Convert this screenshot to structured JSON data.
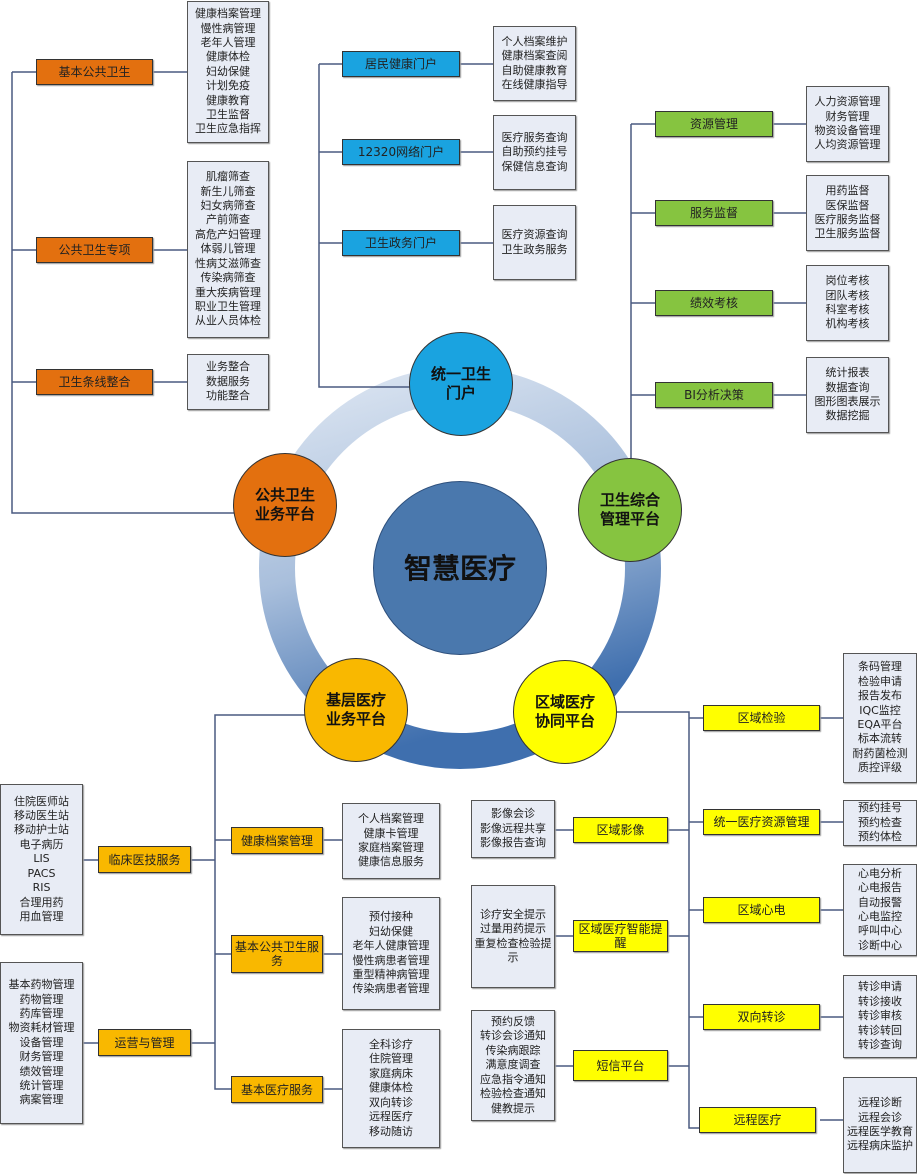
{
  "center": {
    "label": "智慧医疗"
  },
  "platforms": {
    "portal": "统一卫生\n门户",
    "public_health": "公共卫生\n业务平台",
    "management": "卫生综合\n管理平台",
    "primary_care": "基层医疗\n业务平台",
    "regional": "区域医疗\n协同平台"
  },
  "public_health": {
    "groups": [
      {
        "label": "基本公共卫生",
        "items": [
          "健康档案管理",
          "慢性病管理",
          "老年人管理",
          "健康体检",
          "妇幼保健",
          "计划免疫",
          "健康教育",
          "卫生监督",
          "卫生应急指挥"
        ]
      },
      {
        "label": "公共卫生专项",
        "items": [
          "肌瘤筛查",
          "新生儿筛查",
          "妇女病筛查",
          "产前筛查",
          "高危产妇管理",
          "体弱儿管理",
          "性病艾滋筛查",
          "传染病筛查",
          "重大疾病管理",
          "职业卫生管理",
          "从业人员体检"
        ]
      },
      {
        "label": "卫生条线整合",
        "items": [
          "业务整合",
          "数据服务",
          "功能整合"
        ]
      }
    ]
  },
  "portal": {
    "groups": [
      {
        "label": "居民健康门户",
        "items": [
          "个人档案维护",
          "健康档案查阅",
          "自助健康教育",
          "在线健康指导"
        ]
      },
      {
        "label": "12320网络门户",
        "items": [
          "医疗服务查询",
          "自助预约挂号",
          "保健信息查询"
        ]
      },
      {
        "label": "卫生政务门户",
        "items": [
          "医疗资源查询",
          "卫生政务服务"
        ]
      }
    ]
  },
  "management": {
    "groups": [
      {
        "label": "资源管理",
        "items": [
          "人力资源管理",
          "财务管理",
          "物资设备管理",
          "人均资源管理"
        ]
      },
      {
        "label": "服务监督",
        "items": [
          "用药监督",
          "医保监督",
          "医疗服务监督",
          "卫生服务监督"
        ]
      },
      {
        "label": "绩效考核",
        "items": [
          "岗位考核",
          "团队考核",
          "科室考核",
          "机构考核"
        ]
      },
      {
        "label": "BI分析决策",
        "items": [
          "统计报表",
          "数据查询",
          "图形图表展示",
          "数据挖掘"
        ]
      }
    ]
  },
  "primary_care": {
    "groups": [
      {
        "label": "健康档案管理",
        "items": [
          "个人档案管理",
          "健康卡管理",
          "家庭档案管理",
          "健康信息服务"
        ]
      },
      {
        "label": "基本公共卫生服务",
        "items": [
          "预付接种",
          "妇幼保健",
          "老年人健康管理",
          "慢性病患者管理",
          "重型精神病管理",
          "传染病患者管理"
        ]
      },
      {
        "label": "基本医疗服务",
        "items": [
          "全科诊疗",
          "住院管理",
          "家庭病床",
          "健康体检",
          "双向转诊",
          "远程医疗",
          "移动随访"
        ]
      },
      {
        "label": "临床医技服务",
        "items": [
          "住院医师站",
          "移动医生站",
          "移动护士站",
          "电子病历",
          "LIS",
          "PACS",
          "RIS",
          "合理用药",
          "用血管理"
        ]
      },
      {
        "label": "运营与管理",
        "items": [
          "基本药物管理",
          "药物管理",
          "药库管理",
          "物资耗材管理",
          "设备管理",
          "财务管理",
          "绩效管理",
          "统计管理",
          "病案管理"
        ]
      }
    ]
  },
  "regional": {
    "groups": [
      {
        "label": "区域检验",
        "items": [
          "条码管理",
          "检验申请",
          "报告发布",
          "IQC监控",
          "EQA平台",
          "标本流转",
          "耐药菌检测",
          "质控评级"
        ]
      },
      {
        "label": "统一医疗资源管理",
        "items": [
          "预约挂号",
          "预约检查",
          "预约体检"
        ]
      },
      {
        "label": "区域心电",
        "items": [
          "心电分析",
          "心电报告",
          "自动报警",
          "心电监控",
          "呼叫中心",
          "诊断中心"
        ]
      },
      {
        "label": "双向转诊",
        "items": [
          "转诊申请",
          "转诊接收",
          "转诊审核",
          "转诊转回",
          "转诊查询"
        ]
      },
      {
        "label": "远程医疗",
        "items": [
          "远程诊断",
          "远程会诊",
          "远程医学教育",
          "远程病床监护"
        ]
      },
      {
        "label": "区域影像",
        "items": [
          "影像会诊",
          "影像远程共享",
          "影像报告查询"
        ]
      },
      {
        "label": "区域医疗智能提醒",
        "items": [
          "诊疗安全提示",
          "过量用药提示",
          "重复检查检验提示"
        ]
      },
      {
        "label": "短信平台",
        "items": [
          "预约反馈",
          "转诊会诊通知",
          "传染病跟踪",
          "满意度调查",
          "应急指令通知",
          "检验检查通知",
          "健教提示"
        ]
      }
    ]
  },
  "colors": {
    "public_health": "#e3700f",
    "portal": "#1aa3e0",
    "management": "#86c440",
    "primary_care": "#f9b800",
    "regional": "#ffff00",
    "center": "#4a78ad",
    "list_bg": "#e8ecf5"
  }
}
